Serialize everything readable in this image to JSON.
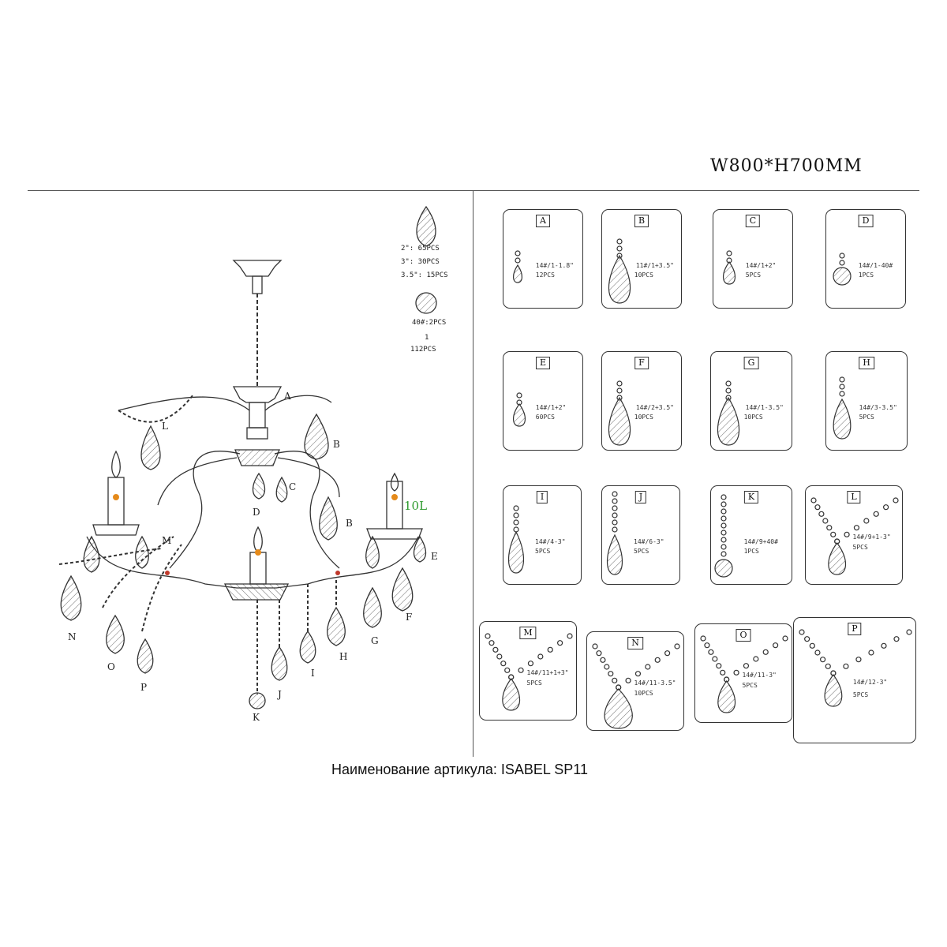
{
  "header": {
    "dimensions": "W800*H700MM"
  },
  "legend": {
    "drop_sizes": [
      "2\": 65PCS",
      "3\": 30PCS",
      "3.5\": 15PCS"
    ],
    "ball": "40#:2PCS",
    "separator": "1",
    "total": "112PCS"
  },
  "drawing_labels": [
    "A",
    "B",
    "C",
    "D",
    "L",
    "B",
    "E",
    "F",
    "G",
    "H",
    "I",
    "J",
    "K",
    "M",
    "N",
    "O",
    "P"
  ],
  "bulb_note": "10L",
  "parts": [
    {
      "label": "A",
      "spec": "14#/1-1.8\"",
      "qty": "12PCS",
      "kind": "small"
    },
    {
      "label": "B",
      "spec": "11#/1+3.5\"",
      "qty": "10PCS",
      "kind": "large"
    },
    {
      "label": "C",
      "spec": "14#/1+2\"",
      "qty": "5PCS",
      "kind": "mid"
    },
    {
      "label": "D",
      "spec": "14#/1-40#",
      "qty": "1PCS",
      "kind": "ball"
    },
    {
      "label": "E",
      "spec": "14#/1+2\"",
      "qty": "60PCS",
      "kind": "mid"
    },
    {
      "label": "F",
      "spec": "14#/2+3.5\"",
      "qty": "10PCS",
      "kind": "large"
    },
    {
      "label": "G",
      "spec": "14#/1-3.5\"",
      "qty": "10PCS",
      "kind": "large"
    },
    {
      "label": "H",
      "spec": "14#/3-3.5\"",
      "qty": "5PCS",
      "kind": "chain3"
    },
    {
      "label": "I",
      "spec": "14#/4-3\"",
      "qty": "5PCS",
      "kind": "chain4"
    },
    {
      "label": "J",
      "spec": "14#/6-3\"",
      "qty": "5PCS",
      "kind": "chain6"
    },
    {
      "label": "K",
      "spec": "14#/9+40#",
      "qty": "1PCS",
      "kind": "chainball"
    },
    {
      "label": "L",
      "spec": "14#/9+1-3\"",
      "qty": "5PCS",
      "kind": "swag"
    },
    {
      "label": "M",
      "spec": "14#/11+1+3\"",
      "qty": "5PCS",
      "kind": "swag"
    },
    {
      "label": "N",
      "spec": "14#/11-3.5\"",
      "qty": "10PCS",
      "kind": "swagbig"
    },
    {
      "label": "O",
      "spec": "14#/11-3\"",
      "qty": "5PCS",
      "kind": "swag"
    },
    {
      "label": "P",
      "spec": "14#/12-3\"",
      "qty": "5PCS",
      "kind": "swag"
    }
  ],
  "footer": {
    "article": "Наименование артикула: ISABEL SP11"
  }
}
